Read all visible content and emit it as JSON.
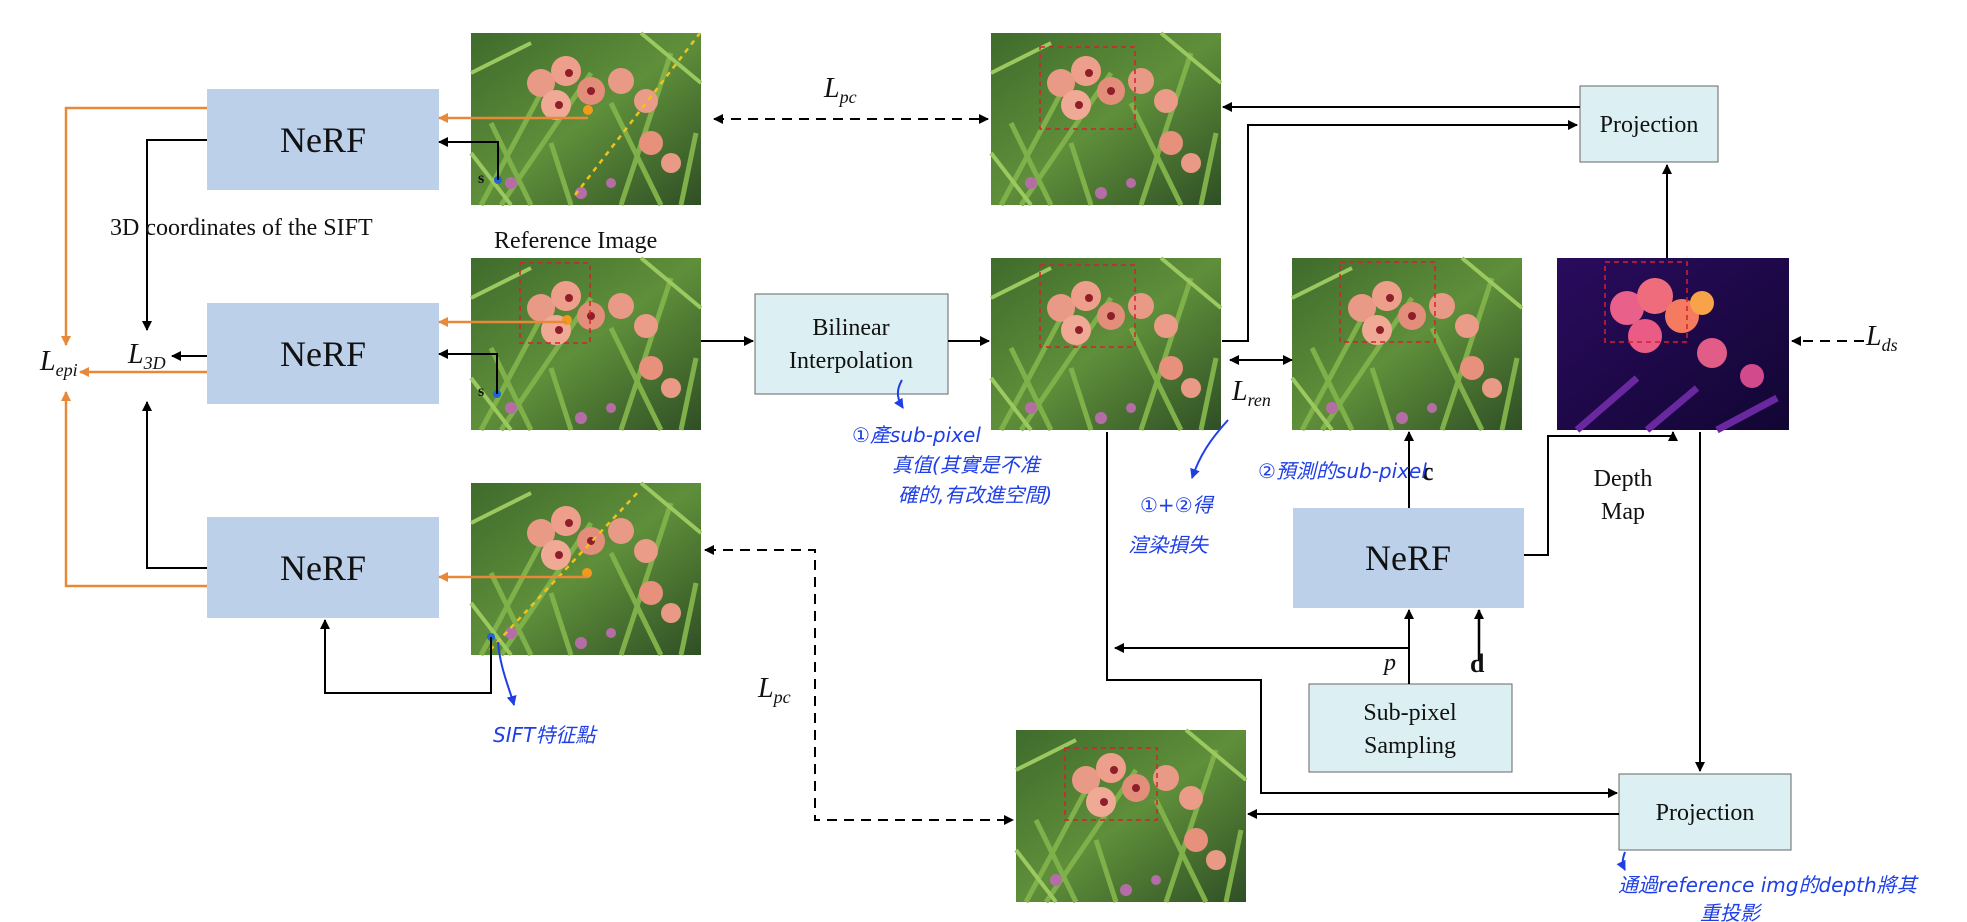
{
  "nerf_label": "NeRF",
  "labels": {
    "sift_coords": "3D coordinates of the SIFT",
    "reference_image": "Reference Image",
    "bilinear_line1": "Bilinear",
    "bilinear_line2": "Interpolation",
    "projection": "Projection",
    "depth_line1": "Depth",
    "depth_line2": "Map",
    "subpixel_line1": "Sub-pixel",
    "subpixel_line2": "Sampling",
    "ray_c": "c",
    "ray_d": "d",
    "point_p": "p",
    "point_s": "s"
  },
  "losses": {
    "epi": {
      "main": "L",
      "sub": "epi"
    },
    "l3d": {
      "main": "L",
      "sub": "3D"
    },
    "pc": {
      "main": "L",
      "sub": "pc"
    },
    "ren": {
      "main": "L",
      "sub": "ren"
    },
    "ds": {
      "main": "L",
      "sub": "ds"
    }
  },
  "annotations": {
    "a1_line1": "①產sub-pixel",
    "a1_line2": "真值(其實是不准",
    "a1_line3": "確的,有改進空間)",
    "a2_line1": "①+②得",
    "a2_line2": "渲染損失",
    "a3": "②預測的sub-pixel",
    "a4": "SIFT特征點",
    "a5_line1": "通過reference img的depth將其",
    "a5_line2": "重投影"
  },
  "colors": {
    "nerf_box": "#bcd0ea",
    "light_box": "#dcf0f3",
    "orange_arrow": "#e8893a",
    "annotation_blue": "#1f3fe6",
    "dashed_crop": "#d2232a"
  }
}
